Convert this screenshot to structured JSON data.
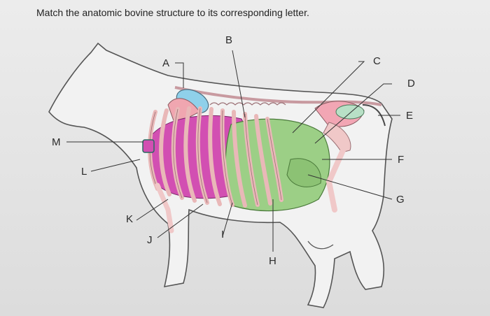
{
  "question": "Match the anatomic bovine structure to its corresponding letter.",
  "labels": {
    "A": "A",
    "B": "B",
    "C": "C",
    "D": "D",
    "E": "E",
    "F": "F",
    "G": "G",
    "H": "H",
    "I": "I",
    "J": "J",
    "K": "K",
    "L": "L",
    "M": "M"
  },
  "colors": {
    "outline": "#555555",
    "lung": "#d24fb2",
    "rib": "#f0c8c8",
    "rumen": "#9ccf86",
    "rumen_dark": "#6aa85a",
    "kidney": "#f2a6b4",
    "spleen": "#8fd0ea",
    "intestine": "#b8e0c6"
  }
}
